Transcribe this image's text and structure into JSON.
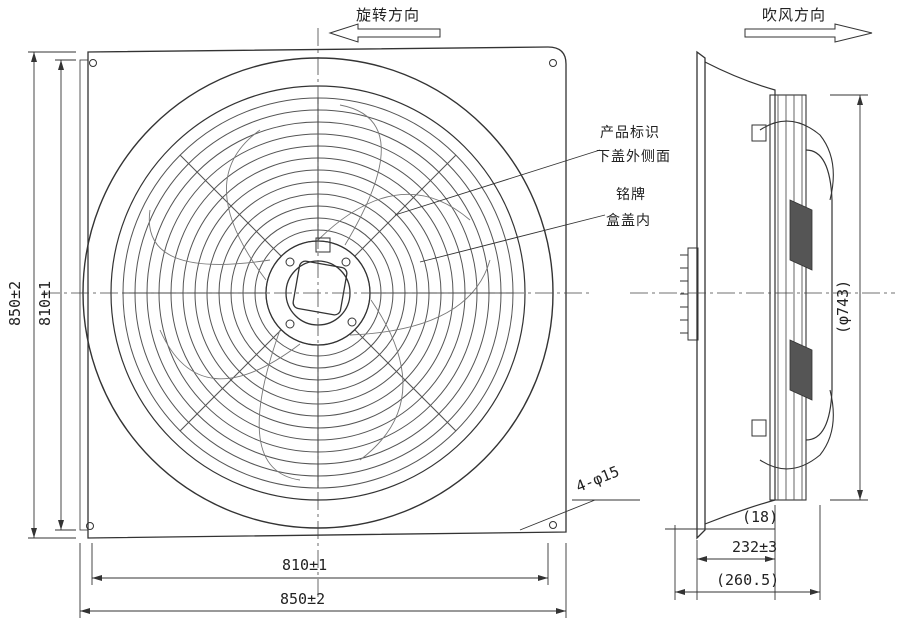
{
  "front_view": {
    "rotation_direction_label": "旋转方向",
    "product_label_line1": "产品标识",
    "product_label_line2": "下盖外侧面",
    "nameplate_line1": "铭牌",
    "nameplate_line2": "盒盖内",
    "hole_callout": "4-φ15",
    "dim_inner_width": "810±1",
    "dim_outer_width": "850±2",
    "dim_inner_height": "810±1",
    "dim_outer_height": "850±2"
  },
  "side_view": {
    "airflow_direction_label": "吹风方向",
    "dim_diameter": "(φ743)",
    "dim_offset": "(18)",
    "dim_depth": "232±3",
    "dim_total": "(260.5)"
  }
}
